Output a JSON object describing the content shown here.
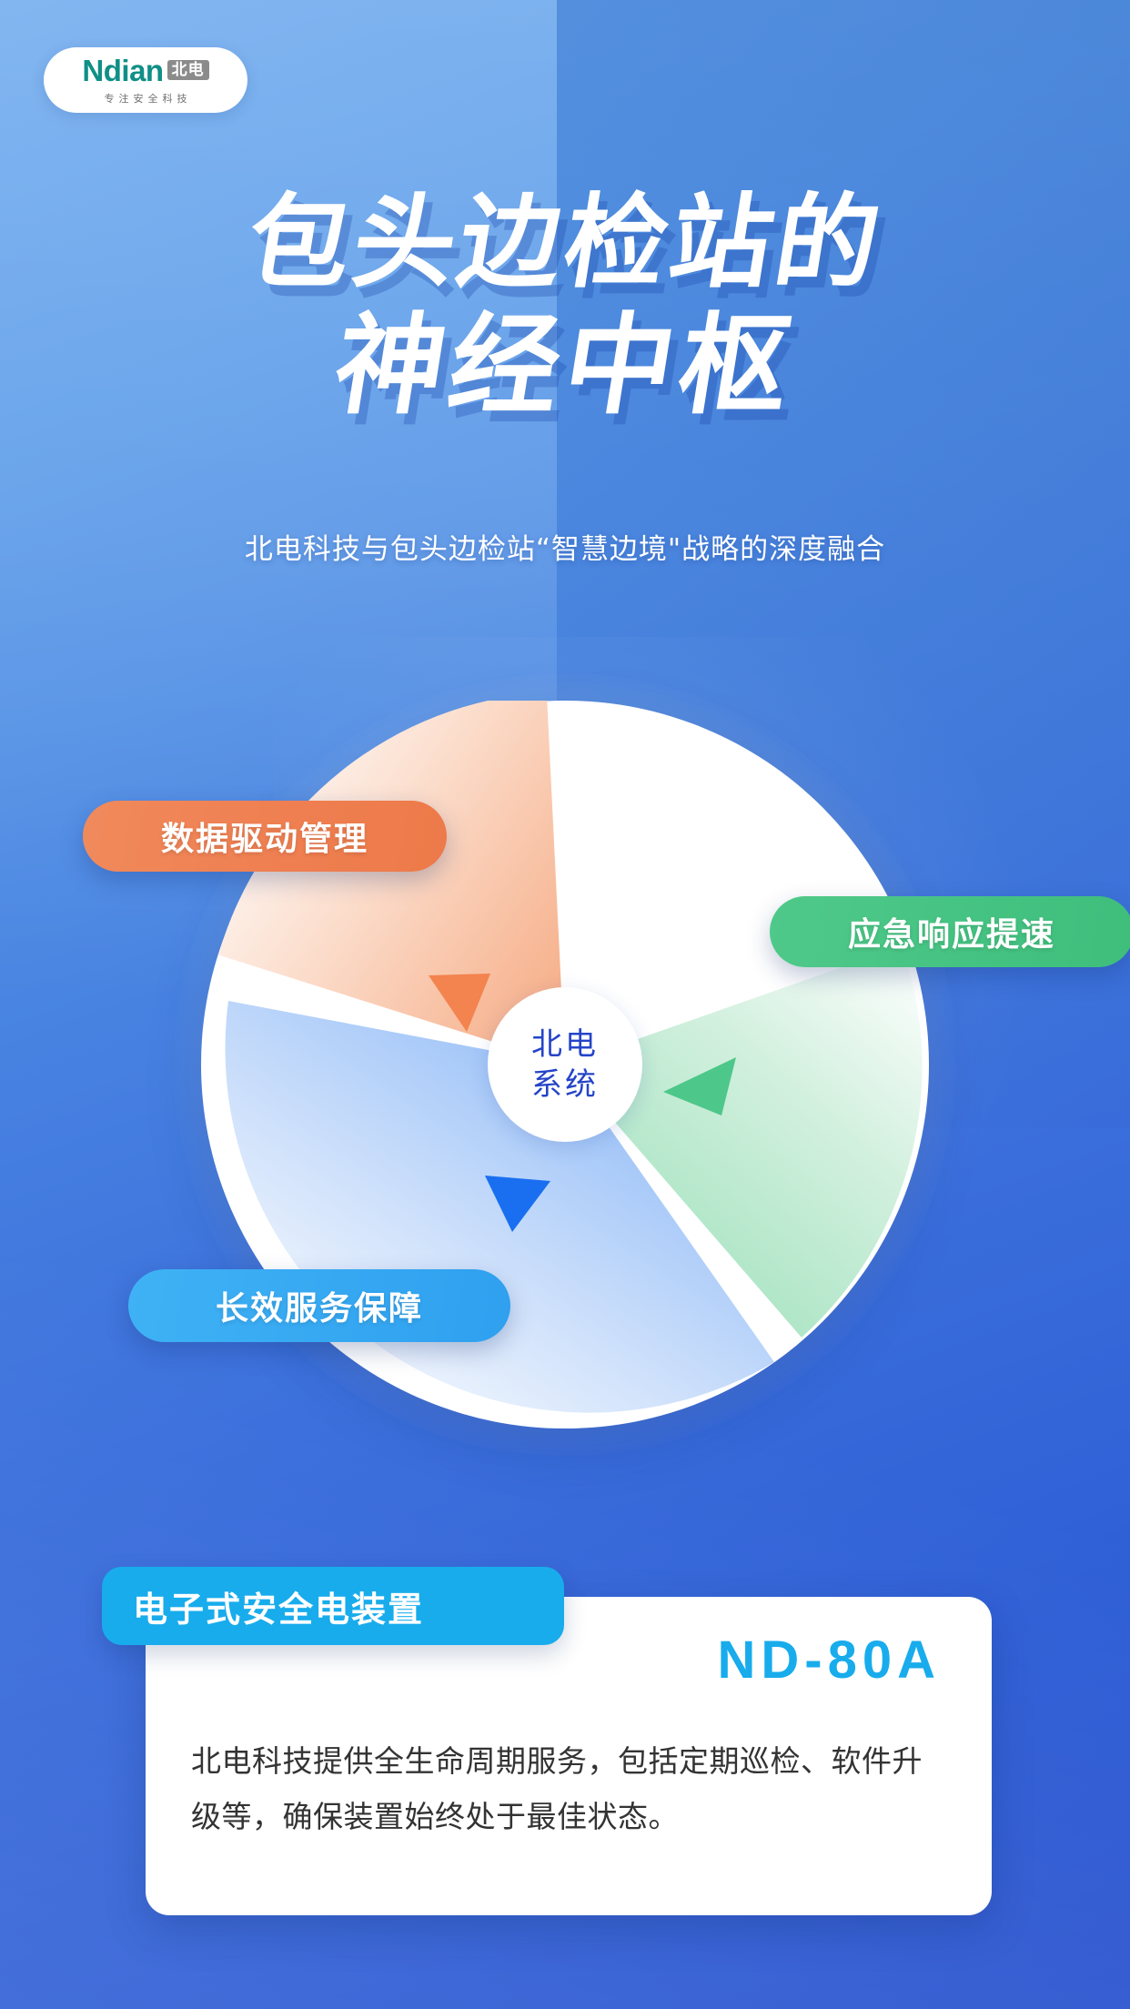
{
  "brand": {
    "name": "Ndian",
    "name_cn": "北电",
    "tagline": "专注安全科技"
  },
  "hero": {
    "title_line1": "包头边检站的",
    "title_line2": "神经中枢",
    "subtitle": "北电科技与包头边检站“智慧边境\"战略的深度融合"
  },
  "wheel": {
    "hub_line1": "北电",
    "hub_line2": "系统",
    "segments": [
      {
        "label": "数据驱动管理",
        "color": "#ef7f51",
        "position": "top-left"
      },
      {
        "label": "应急响应提速",
        "color": "#45c382",
        "position": "right"
      },
      {
        "label": "长效服务保障",
        "color": "#36a8f2",
        "position": "bottom-left"
      }
    ]
  },
  "product_card": {
    "tab_label": "电子式安全电装置",
    "model": "ND-80A",
    "description": "北电科技提供全生命周期服务，包括定期巡检、软件升级等，确保装置始终处于最佳状态。",
    "accent_color": "#18acec"
  },
  "theme": {
    "background_top": "#6aa8ee",
    "background_bottom": "#2a53cf",
    "brand_green": "#0f8f87",
    "hub_text": "#2444c8"
  }
}
